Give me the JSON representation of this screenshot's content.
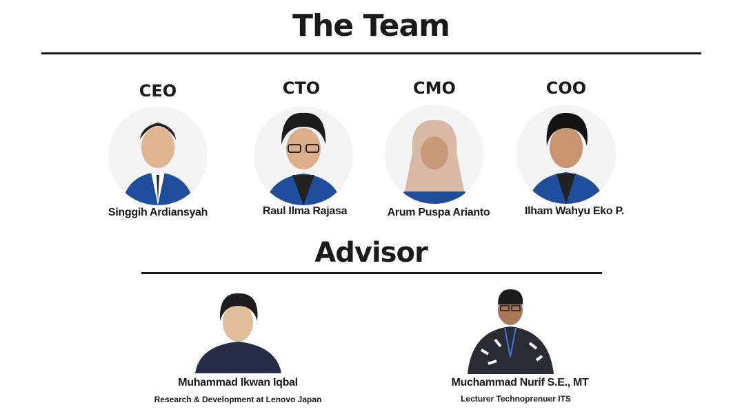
{
  "title": "The Team",
  "team": [
    {
      "role": "CEO",
      "name": "Singgih Ardiansyah"
    },
    {
      "role": "CTO",
      "name": "Raul Ilma Rajasa"
    },
    {
      "role": "CMO",
      "name": "Arum Puspa Arianto"
    },
    {
      "role": "COO",
      "name": "Ilham Wahyu Eko P."
    }
  ],
  "advisor_heading": "Advisor",
  "advisors": [
    {
      "name": "Muhammad Ikwan Iqbal",
      "position": "Research & Development at Lenovo Japan"
    },
    {
      "name": "Muchammad Nurif S.E., MT",
      "position": "Lecturer Technoprenuer ITS"
    }
  ],
  "colors": {
    "text": "#1a1a1a",
    "blazer": "#1f4e9c",
    "hijab": "#d9b9a6"
  }
}
